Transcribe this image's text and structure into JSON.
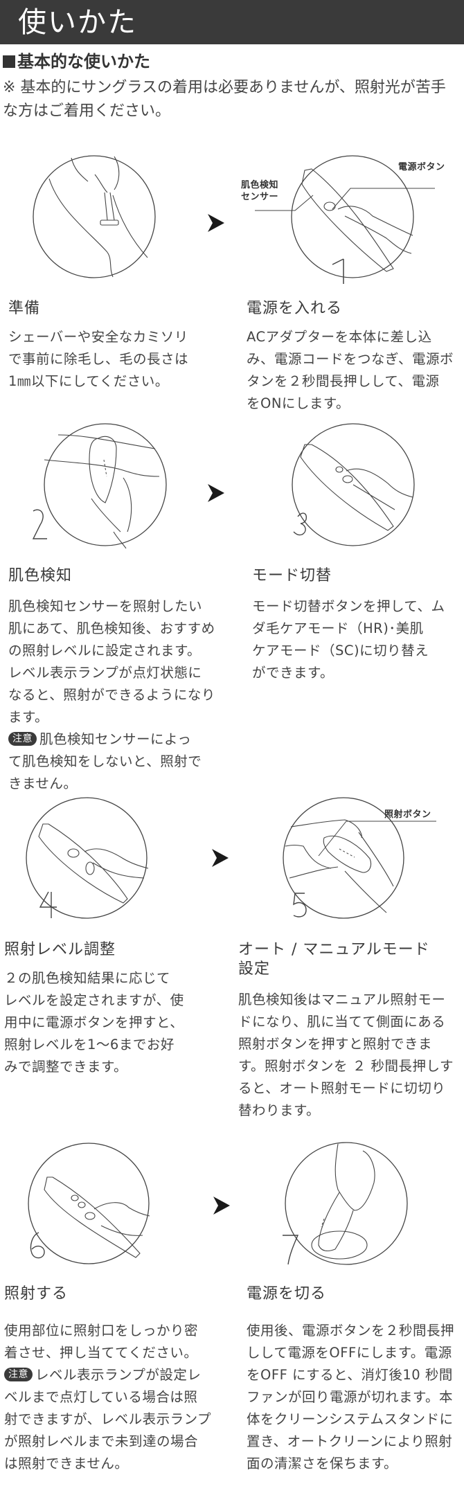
{
  "header": {
    "title": "使いかた",
    "background": "#3a3a3a"
  },
  "section": {
    "heading": "基本的な使いかた",
    "note": "※ 基本的にサングラスの着用は必要ありませんが、照射光が苦手な方はご着用ください。"
  },
  "caution_label": "注意",
  "callouts": {
    "skin_sensor_line1": "肌色検知",
    "skin_sensor_line2": "センサー",
    "power_button": "電源ボタン",
    "flash_button": "照射ボタン"
  },
  "steps": [
    {
      "number": "",
      "title": "準備",
      "illustration": "shaving-leg-illustration",
      "body": [
        "シェーバーや安全なカミソリ",
        "で事前に除毛し、毛の長さは",
        "1㎜以下にしてください。"
      ]
    },
    {
      "number": "1",
      "title": "電源を入れる",
      "illustration": "hand-holding-device-power-illustration",
      "body": [
        "ACアダプターを本体に差し込",
        "み、電源コードをつなぎ、電源ボ",
        "タンを２秒間長押しして、電源",
        "をONにします。"
      ]
    },
    {
      "number": "2",
      "title": "肌色検知",
      "illustration": "skin-detection-illustration",
      "body": [
        "肌色検知センサーを照射したい",
        "肌にあて、肌色検知後、おすすめ",
        "の照射レベルに設定されます。",
        "レベル表示ランプが点灯状態に",
        "なると、照射ができるようになり",
        "ます。"
      ],
      "caution": [
        "肌色検知センサーによっ",
        "て肌色検知をしないと、照射で",
        "きません。"
      ]
    },
    {
      "number": "3",
      "title": "モード切替",
      "illustration": "mode-switch-illustration",
      "body": [
        "モード切替ボタンを押して、ム",
        "ダ毛ケアモード（HR)･美肌",
        "ケアモード（SC)に切り替え",
        "ができます。"
      ]
    },
    {
      "number": "4",
      "title": "照射レベル調整",
      "illustration": "level-adjust-illustration",
      "body": [
        "２の肌色検知結果に応じて",
        "レベルを設定されますが、使",
        "用中に電源ボタンを押すと、",
        "照射レベルを1～6までお好",
        "みで調整できます。"
      ]
    },
    {
      "number": "5",
      "title_line1": "オート / マニュアルモード",
      "title_line2": "設定",
      "illustration": "flash-button-illustration",
      "body": [
        "肌色検知後はマニュアル照射モー",
        "ドになり、肌に当てて側面にある",
        "照射ボタンを押すと照射できま",
        "す。照射ボタンを ２ 秒間長押しす",
        "ると、オート照射モードに切切り",
        "替わります。"
      ]
    },
    {
      "number": "6",
      "title": "照射する",
      "illustration": "flashing-illustration",
      "body": [
        "使用部位に照射口をしっかり密",
        "着させ、押し当ててください。"
      ],
      "caution": [
        "レベル表示ランプが設定レ",
        "ベルまで点灯している場合は照",
        "射できますが、レベル表示ランプ",
        "が照射レベルまで未到達の場合",
        "は照射できません。"
      ]
    },
    {
      "number": "7",
      "title": "電源を切る",
      "illustration": "device-on-stand-illustration",
      "body": [
        "使用後、電源ボタンを２秒間長押",
        "しして電源をOFFにします。電源",
        "をOFF にすると、消灯後10 秒間",
        "ファンが回り電源が切れます。本",
        "体をクリーンシステムスタンドに",
        "置き、オートクリーンにより照射",
        "面の清潔さを保ちます。"
      ]
    }
  ]
}
